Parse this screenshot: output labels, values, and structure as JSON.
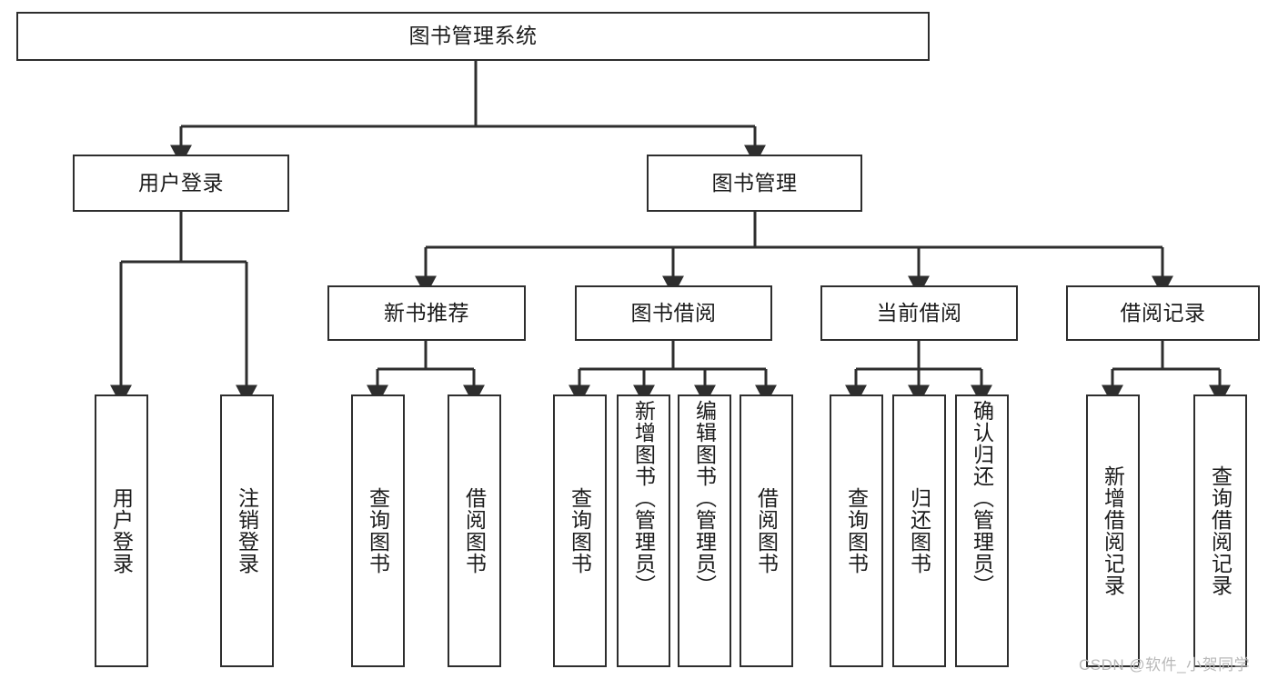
{
  "diagram": {
    "title": "图书管理系统",
    "type": "tree-flowchart",
    "colors": {
      "box_border": "#2e2e2e",
      "box_fill": "#ffffff",
      "line": "#2e2e2e",
      "text": "#1b1b1b",
      "watermark": "#b9b9b9"
    },
    "root": {
      "label": "图书管理系统"
    },
    "level2": [
      {
        "label": "用户登录"
      },
      {
        "label": "图书管理"
      }
    ],
    "level3": [
      {
        "label": "新书推荐"
      },
      {
        "label": "图书借阅"
      },
      {
        "label": "当前借阅"
      },
      {
        "label": "借阅记录"
      }
    ],
    "leaves": {
      "user_login": [
        {
          "label": "用户登录"
        },
        {
          "label": "注销登录"
        }
      ],
      "new_book": [
        {
          "label": "查询图书"
        },
        {
          "label": "借阅图书"
        }
      ],
      "book_borrow": [
        {
          "label": "查询图书"
        },
        {
          "label": "新增图书（管理员）"
        },
        {
          "label": "编辑图书（管理员）"
        },
        {
          "label": "借阅图书"
        }
      ],
      "current_borrow": [
        {
          "label": "查询图书"
        },
        {
          "label": "归还图书"
        },
        {
          "label": "确认归还（管理员）"
        }
      ],
      "borrow_record": [
        {
          "label": "新增借阅记录"
        },
        {
          "label": "查询借阅记录"
        }
      ]
    }
  },
  "watermark": {
    "text": "CSDN @软件_小贺同学"
  }
}
